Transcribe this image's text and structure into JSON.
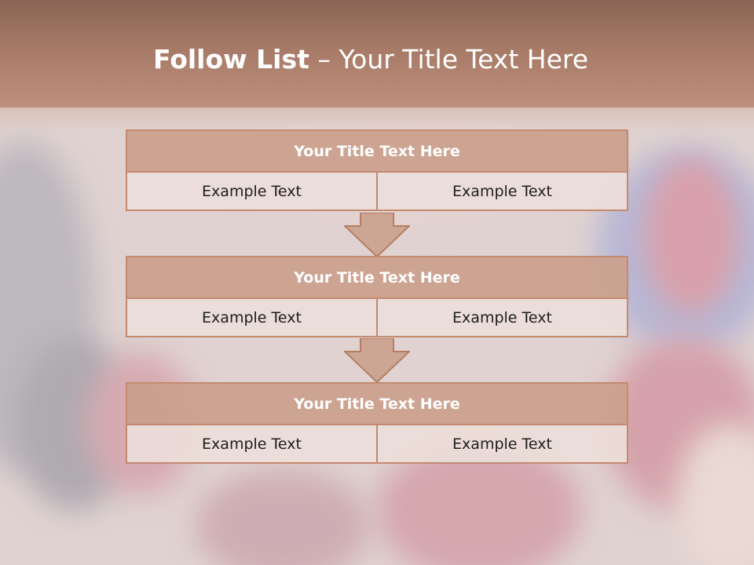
{
  "slide": {
    "title_bold": "Follow List",
    "title_rest": " – Your Title Text Here"
  },
  "blocks": [
    {
      "title": "Your Title Text Here",
      "left": "Example Text",
      "right": "Example Text"
    },
    {
      "title": "Your Title Text Here",
      "left": "Example Text",
      "right": "Example Text"
    },
    {
      "title": "Your Title Text Here",
      "left": "Example Text",
      "right": "Example Text"
    }
  ],
  "colors": {
    "banner": "#a67a67",
    "header_fill": "#cba08c",
    "cell_fill": "#ecdeD9",
    "border": "#c48a70",
    "arrow_fill": "#cda594"
  }
}
